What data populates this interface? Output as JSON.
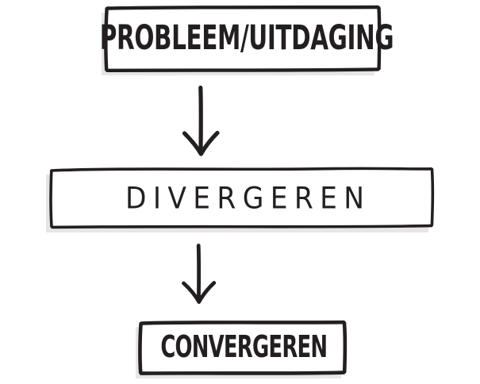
{
  "diagram": {
    "title": "Probleem/Uitdaging - Divergeren - Convergeren",
    "background_color": "#ffffff",
    "ink_color": "#231f20",
    "shadow_color": "#e3e3e3",
    "style": "hand-drawn marker sketch",
    "nodes": [
      {
        "id": "problem",
        "label": "PROBLEEM/UITDAGING",
        "shape": "rectangle",
        "order": 1,
        "stroke_weight": "thick",
        "lettering": "bold-condensed-caps"
      },
      {
        "id": "diverge",
        "label": "DIVERGEREN",
        "shape": "rectangle",
        "order": 2,
        "stroke_weight": "medium",
        "lettering": "light-wide-spaced-caps"
      },
      {
        "id": "converge",
        "label": "CONVERGEREN",
        "shape": "rectangle",
        "order": 3,
        "stroke_weight": "thick",
        "lettering": "bold-condensed-caps"
      }
    ],
    "connectors": [
      {
        "id": "arrow-1",
        "icon": "arrow-down-icon",
        "from": "problem",
        "to": "diverge",
        "direction": "down"
      },
      {
        "id": "arrow-2",
        "icon": "arrow-down-icon",
        "from": "diverge",
        "to": "converge",
        "direction": "down"
      }
    ]
  }
}
